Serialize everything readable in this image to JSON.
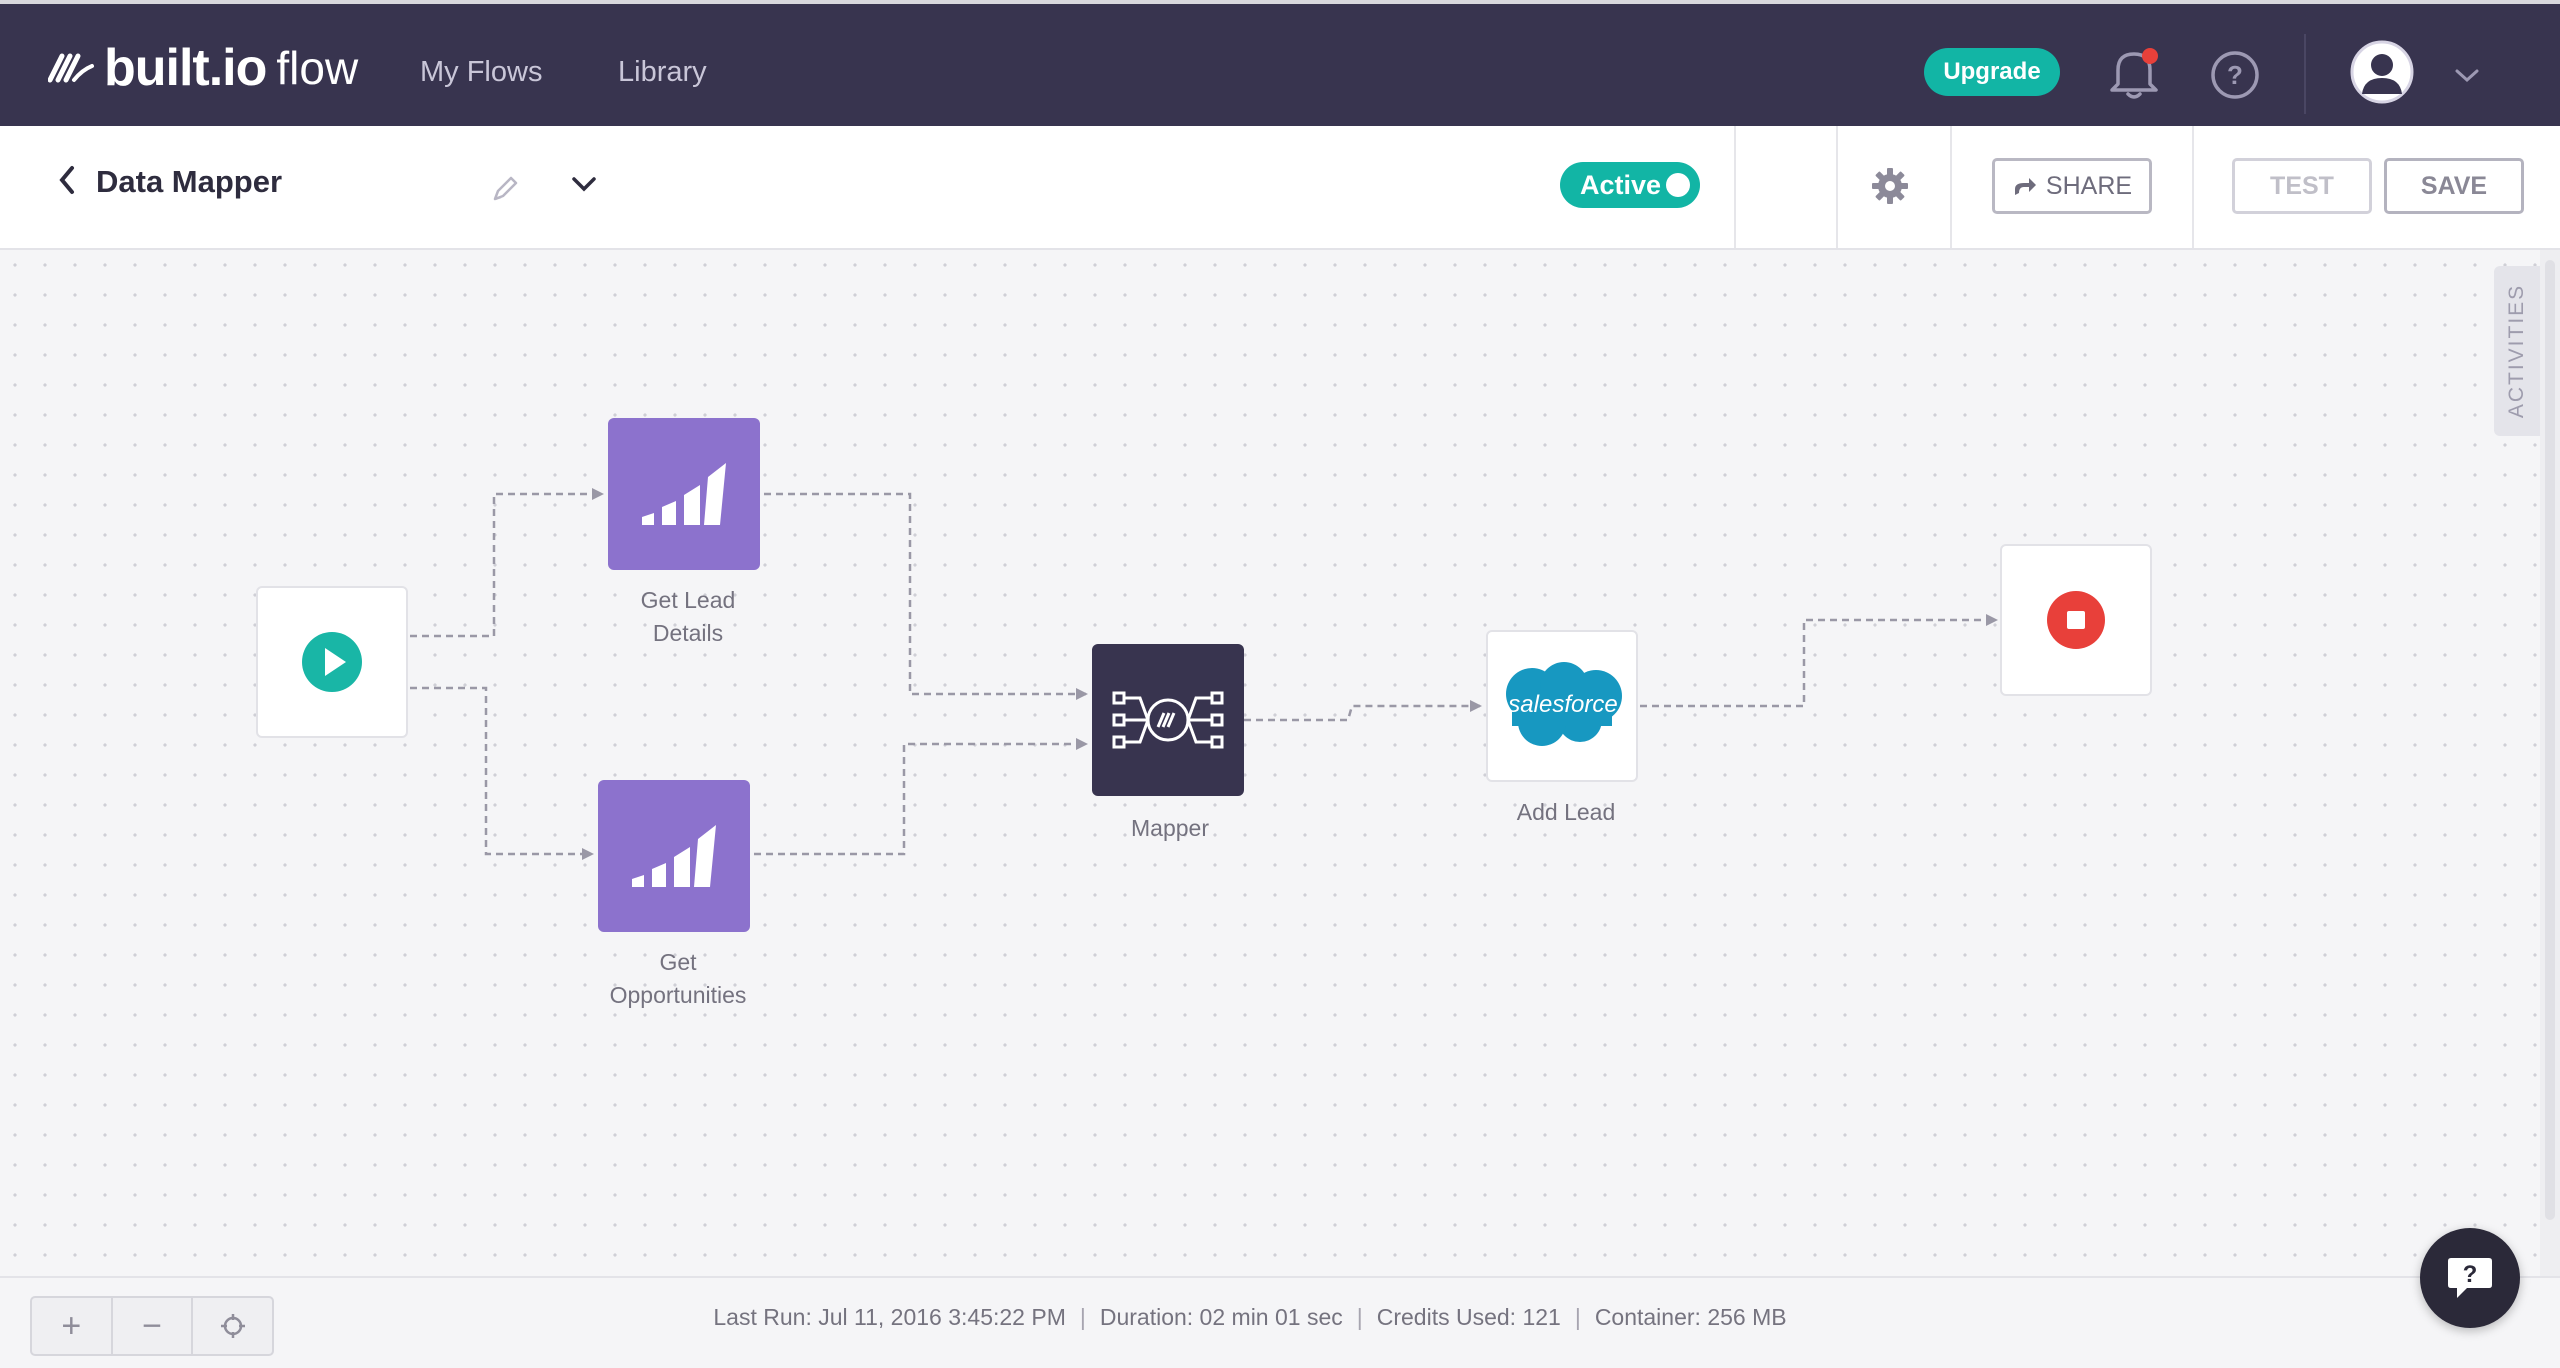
{
  "topnav": {
    "logo_text": "built.io",
    "logo_suffix": "flow",
    "links": [
      {
        "label": "My Flows"
      },
      {
        "label": "Library"
      }
    ],
    "upgrade_label": "Upgrade",
    "icons": [
      "bell-icon",
      "help-icon",
      "user-avatar-icon",
      "chevron-down-icon"
    ],
    "accent_color": "#12b5a5",
    "background_color": "#38344f"
  },
  "subheader": {
    "title": "Data Mapper",
    "status_label": "Active",
    "share_label": "SHARE",
    "test_label": "TEST",
    "save_label": "SAVE"
  },
  "canvas": {
    "activities_tab_label": "ACTIVITIES",
    "nodes": [
      {
        "label": "",
        "kind": "trigger",
        "icon": "play-icon"
      },
      {
        "label": "Get Lead\nDetails",
        "kind": "marketo",
        "icon": "marketo-icon"
      },
      {
        "label": "Get\nOpportunities",
        "kind": "marketo",
        "icon": "marketo-icon"
      },
      {
        "label": "Mapper",
        "kind": "mapper",
        "icon": "mapper-icon"
      },
      {
        "label": "Add Lead",
        "kind": "salesforce",
        "icon": "salesforce-icon",
        "logo_text": "salesforce"
      },
      {
        "label": "",
        "kind": "stop",
        "icon": "stop-icon"
      }
    ]
  },
  "footer": {
    "zoom_in": "+",
    "zoom_out": "−",
    "last_run": "Last Run: Jul 11, 2016 3:45:22 PM",
    "duration": "Duration: 02 min 01 sec",
    "credits": "Credits Used: 121",
    "container": "Container: 256 MB",
    "separator": "|"
  }
}
